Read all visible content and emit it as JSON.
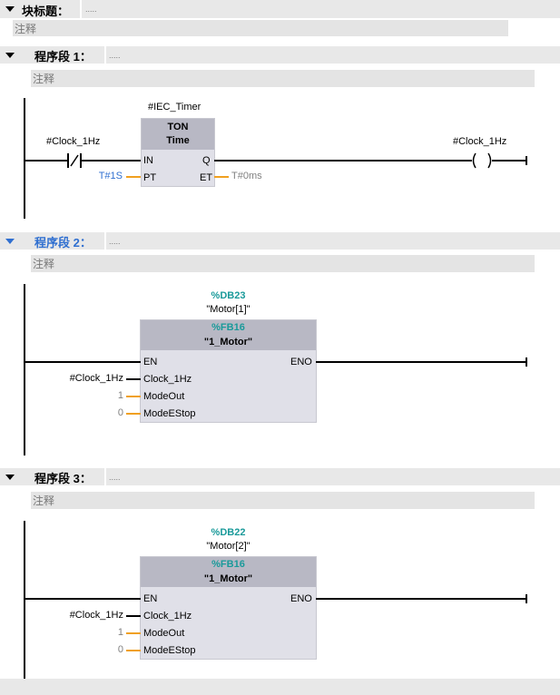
{
  "block": {
    "title": "块标题：",
    "title_dots": ".....",
    "comment": "注释"
  },
  "networks": [
    {
      "title": "程序段 1：",
      "dots": ".....",
      "comment": "注释",
      "instance": "#IEC_Timer",
      "box_type": "TON",
      "box_sub": "Time",
      "contact_label": "#Clock_1Hz",
      "coil_label": "#Clock_1Hz",
      "pin_in": "IN",
      "pin_q": "Q",
      "pin_pt": "PT",
      "pin_et": "ET",
      "pt_value": "T#1S",
      "et_value": "T#0ms"
    },
    {
      "title": "程序段 2：",
      "dots": ".....",
      "comment": "注释",
      "db_number": "%DB23",
      "db_name": "\"Motor[1]\"",
      "fb_number": "%FB16",
      "fb_name": "\"1_Motor\"",
      "pin_en": "EN",
      "pin_eno": "ENO",
      "pin_clock": "Clock_1Hz",
      "pin_modeout": "ModeOut",
      "pin_modeestop": "ModeEStop",
      "clock_value": "#Clock_1Hz",
      "modeout_value": "1",
      "modeestop_value": "0"
    },
    {
      "title": "程序段 3：",
      "dots": ".....",
      "comment": "注释",
      "db_number": "%DB22",
      "db_name": "\"Motor[2]\"",
      "fb_number": "%FB16",
      "fb_name": "\"1_Motor\"",
      "pin_en": "EN",
      "pin_eno": "ENO",
      "pin_clock": "Clock_1Hz",
      "pin_modeout": "ModeOut",
      "pin_modeestop": "ModeEStop",
      "clock_value": "#Clock_1Hz",
      "modeout_value": "1",
      "modeestop_value": "0"
    }
  ]
}
